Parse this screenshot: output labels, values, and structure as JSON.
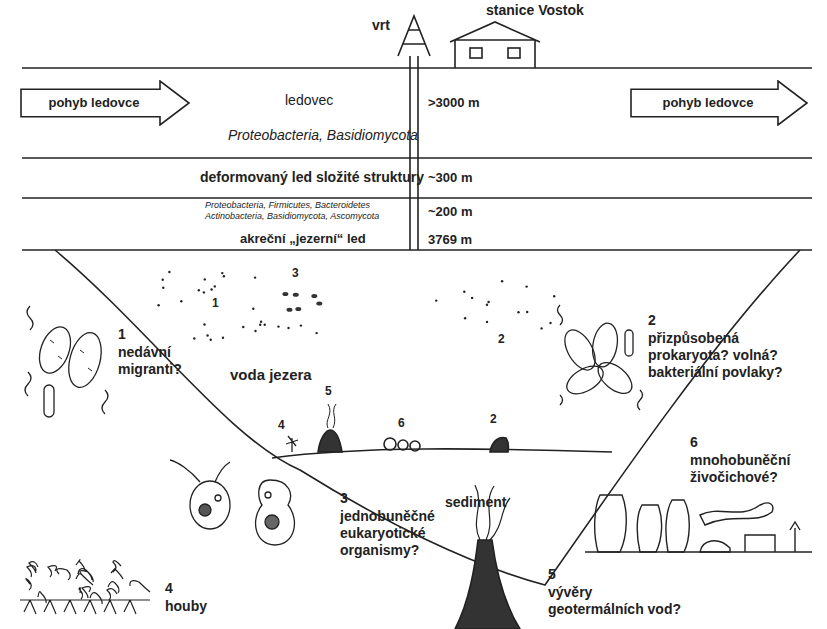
{
  "diagram": {
    "nodes": [
      {
        "text": [
          "pohyb ledovce"
        ]
      },
      {
        "text": [
          "pohyb ledovce"
        ]
      }
    ],
    "labels": [
      "stanice Vostok",
      "vrt",
      "ledovec",
      "Proteobacteria, Basidiomycota",
      ">3000 m",
      "deformovaný led složité struktury",
      "~300 m",
      "~200 m",
      "Proteobacteria, Firmicutes, Bacteroidetes Actinobacteria, Basidiomycota, Ascomycota",
      "akreční „jezerní“ led",
      "3769 m",
      "1",
      "3",
      "2",
      "voda jezera",
      "5",
      "2",
      "4",
      "6",
      "sediment",
      "1",
      "nedávní migranti?",
      "2",
      "přizpůsobená prokaryota? volná? bakteriální povlaky?",
      "3",
      "jednobuněčné eukaryotické organismy?",
      "6",
      "mnohobuněční živočichové?",
      "4",
      "houby",
      "5",
      "vývěry geotermálních vod?"
    ]
  }
}
